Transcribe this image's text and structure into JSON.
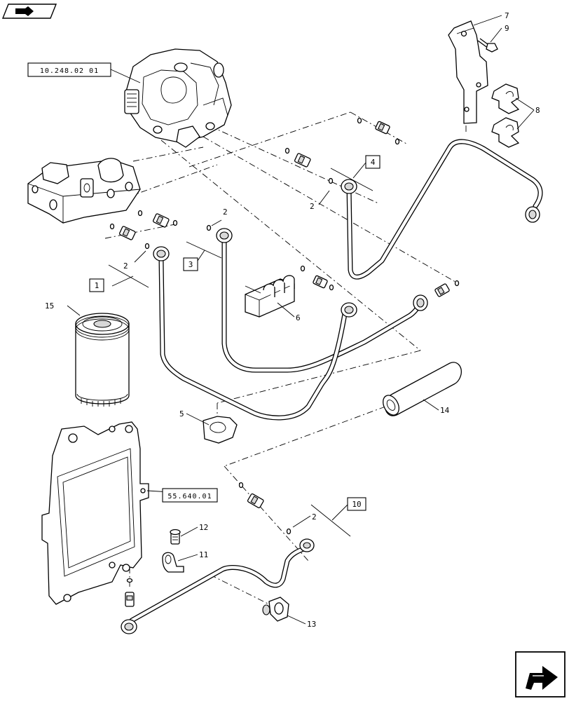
{
  "references": {
    "pump_ref": "10.248.02 01",
    "ecu_ref": "55.640.01"
  },
  "boxed_items": {
    "b1": "1",
    "b3": "3",
    "b4": "4",
    "b10": "10"
  },
  "callouts": {
    "c2a": "2",
    "c2b": "2",
    "c2c": "2",
    "c2d": "2",
    "c5": "5",
    "c6": "6",
    "c7": "7",
    "c8": "8",
    "c9": "9",
    "c11": "11",
    "c12": "12",
    "c13": "13",
    "c14": "14",
    "c15": "15"
  },
  "icons": {
    "top_left": "book-navigation-icon",
    "bottom_right": "next-page-arrow-icon"
  }
}
